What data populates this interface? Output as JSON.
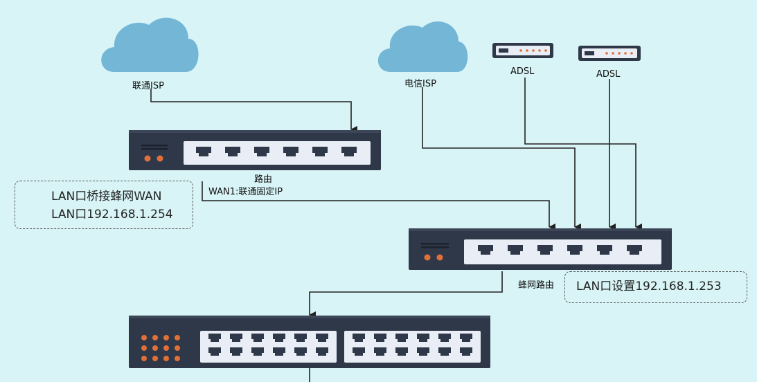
{
  "diagram": {
    "cloud_unicom_label": "联通ISP",
    "cloud_telecom_label": "电信ISP",
    "modem1_label": "ADSL",
    "modem2_label": "ADSL",
    "router_label": "路由",
    "router_wan_label": "WAN1:联通固定IP",
    "router_note_line1": "LAN口桥接蜂网WAN",
    "router_note_line2": "LAN口192.168.1.254",
    "fengwang_label": "蜂网路由",
    "fengwang_note": "LAN口设置192.168.1.253"
  },
  "colors": {
    "background": "#d8f4f6",
    "cloud": "#74b6d6",
    "device_body": "#2f3848",
    "port_panel": "#e9edf5",
    "port": "#2f3848",
    "led": "#e0703a",
    "line": "#222222"
  }
}
